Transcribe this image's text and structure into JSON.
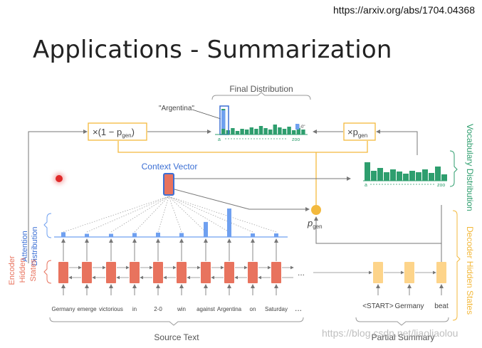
{
  "url": "https://arxiv.org/abs/1704.04368",
  "title": "Applications - Summarization",
  "diagram": {
    "final_distribution": "Final Distribution",
    "argentina_quote": "\"Argentina\"",
    "two_zero_quote": "\"2-0\"",
    "a_label": "a",
    "zoo_label": "zoo",
    "one_minus_pgen": "×(1 − p",
    "gen_sub": "gen",
    "times_pgen": "×p",
    "context_vector": "Context Vector",
    "vocabulary_distribution": "Vocabulary Distribution",
    "attention_distribution": [
      "Attention",
      "Distribution"
    ],
    "encoder_hidden_states": [
      "Encoder",
      "Hidden",
      "States"
    ],
    "decoder_hidden_states": "Decoder Hidden States",
    "pgen": "p",
    "ellipsis": "...",
    "source_words": [
      "Germany",
      "emerge",
      "victorious",
      "in",
      "2-0",
      "win",
      "against",
      "Argentina",
      "on",
      "Saturday"
    ],
    "decoder_words": [
      "<START>",
      "Germany",
      "beat"
    ],
    "source_text": "Source Text",
    "partial_summary": "Partial Summary",
    "attention_values": [
      0.12,
      0.08,
      0.08,
      0.1,
      0.11,
      0.1,
      0.38,
      0.72,
      0.09,
      0.09
    ],
    "colors": {
      "encoder": "#e8735e",
      "decoder": "#fdd48a",
      "attention": "#6fa0f0",
      "vocab": "#2e9e6e",
      "gate": "#f3b93d"
    }
  },
  "watermark": "https://blog.csdn.net/liaoliaolou"
}
